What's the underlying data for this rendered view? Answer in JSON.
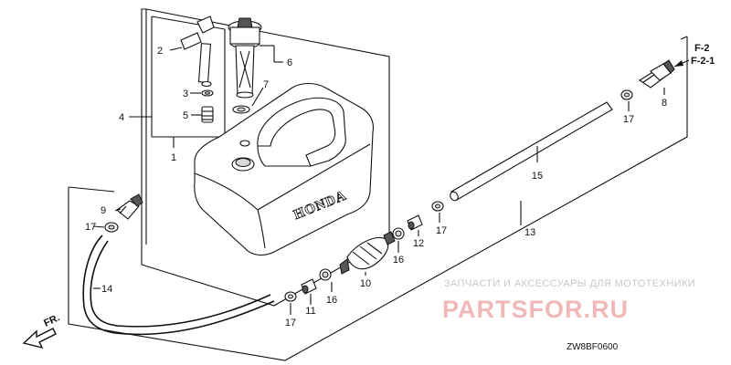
{
  "callouts": {
    "p1": "1",
    "p2": "2",
    "p3": "3",
    "p4": "4",
    "p5": "5",
    "p6": "6",
    "p7": "7",
    "p8": "8",
    "p9": "9",
    "p10": "10",
    "p11": "11",
    "p12": "12",
    "p13": "13",
    "p14": "14",
    "p15": "15",
    "p16a": "16",
    "p16b": "16",
    "p17a": "17",
    "p17b": "17",
    "p17c": "17",
    "p17d": "17",
    "p17e": "17"
  },
  "references": {
    "ref1": "F-2",
    "ref2": "F-2-1"
  },
  "direction_label": "FR.",
  "tank_brand": "HONDA",
  "diagram_code": "ZW8BF0600",
  "watermark": {
    "tagline": "ЗАПЧАСТИ И АКСЕССУАРЫ ДЛЯ МОТОТЕХНИКИ",
    "site": "PARTSFOR.RU"
  }
}
